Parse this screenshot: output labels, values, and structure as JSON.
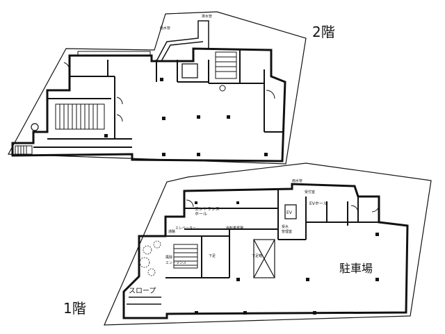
{
  "floors": {
    "upper": {
      "label": "2階"
    },
    "lower": {
      "label": "1階"
    }
  },
  "rooms": {
    "parking": "駐車場",
    "slope": "スロープ",
    "entrance_hall": [
      "エントランス",
      "ホール"
    ],
    "ev_hall": "EVホール",
    "ev": "EV"
  },
  "colors": {
    "ink": "#111111",
    "background": "#ffffff"
  }
}
